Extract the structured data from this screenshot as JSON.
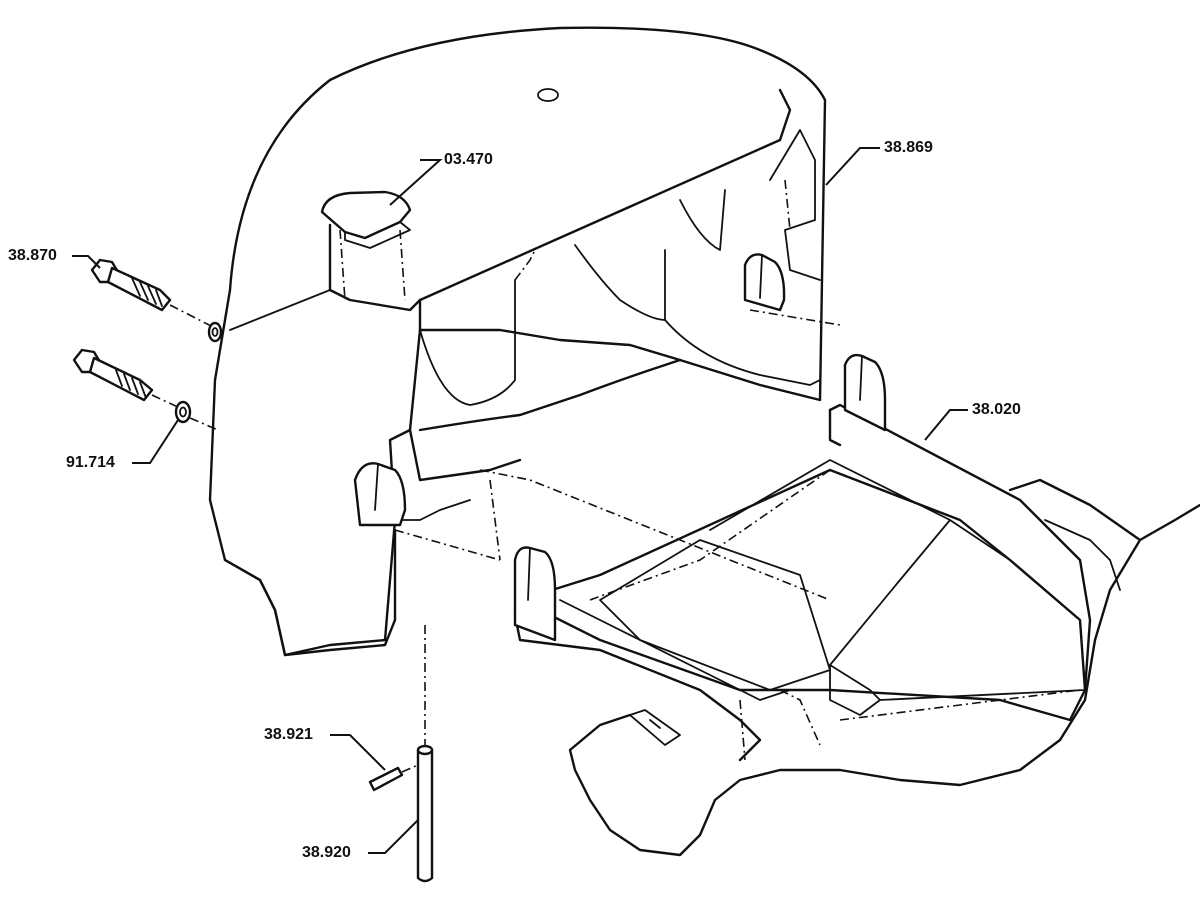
{
  "callouts": {
    "part_03470": "03.470",
    "part_38869": "38.869",
    "part_38870": "38.870",
    "part_91714": "91.714",
    "part_38020": "38.020",
    "part_38921": "38.921",
    "part_38920": "38.920"
  }
}
